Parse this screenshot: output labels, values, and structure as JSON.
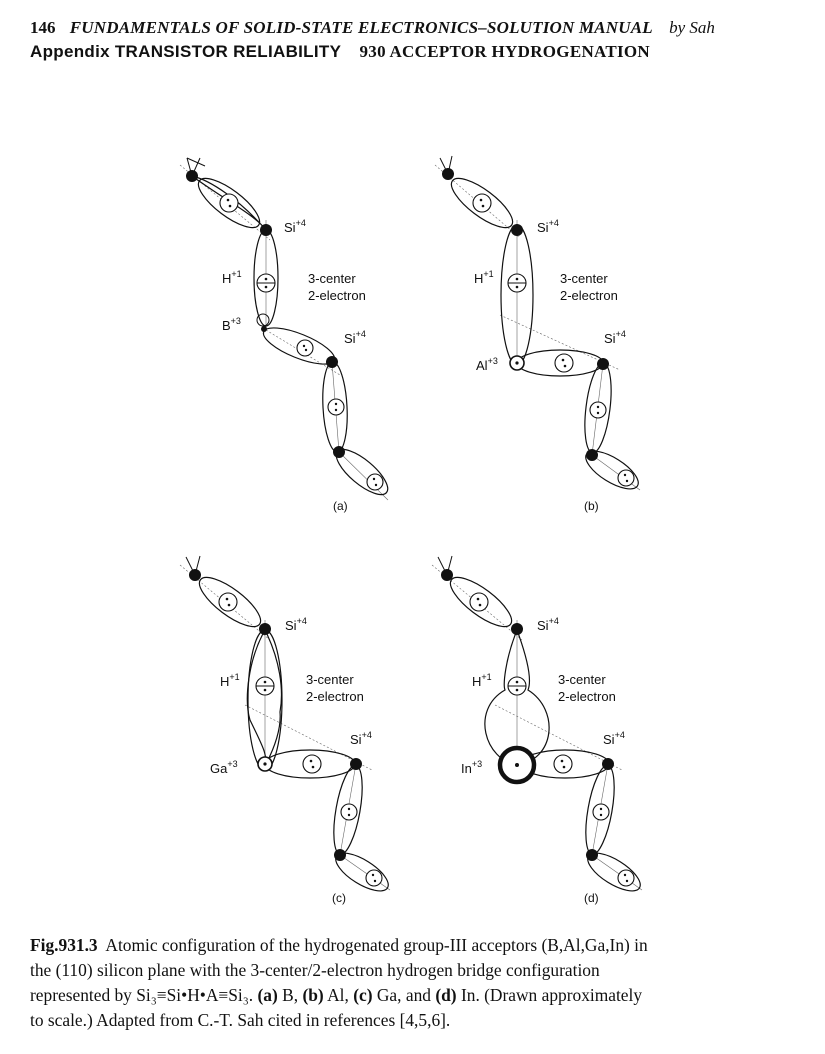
{
  "header": {
    "page_number": "146",
    "book_title": "FUNDAMENTALS OF SOLID-STATE ELECTRONICS–SOLUTION MANUAL",
    "author": "by Sah",
    "appendix": "Appendix TRANSISTOR RELIABILITY",
    "section": "930 ACCEPTOR HYDROGENATION"
  },
  "figure": {
    "panels": [
      {
        "id": "a",
        "label": "(a)",
        "acceptor_label": "B",
        "acceptor_charge": "+3",
        "si_top_label": "Si",
        "si_top_charge": "+4",
        "si_bottom_label": "Si",
        "si_bottom_charge": "+4",
        "h_label": "H",
        "h_charge": "+1",
        "center_line1": "3-center",
        "center_line2": "2-electron"
      },
      {
        "id": "b",
        "label": "(b)",
        "acceptor_label": "Al",
        "acceptor_charge": "+3",
        "si_top_label": "Si",
        "si_top_charge": "+4",
        "si_bottom_label": "Si",
        "si_bottom_charge": "+4",
        "h_label": "H",
        "h_charge": "+1",
        "center_line1": "3-center",
        "center_line2": "2-electron"
      },
      {
        "id": "c",
        "label": "(c)",
        "acceptor_label": "Ga",
        "acceptor_charge": "+3",
        "si_top_label": "Si",
        "si_top_charge": "+4",
        "si_bottom_label": "Si",
        "si_bottom_charge": "+4",
        "h_label": "H",
        "h_charge": "+1",
        "center_line1": "3-center",
        "center_line2": "2-electron"
      },
      {
        "id": "d",
        "label": "(d)",
        "acceptor_label": "In",
        "acceptor_charge": "+3",
        "si_top_label": "Si",
        "si_top_charge": "+4",
        "si_bottom_label": "Si",
        "si_bottom_charge": "+4",
        "h_label": "H",
        "h_charge": "+1",
        "center_line1": "3-center",
        "center_line2": "2-electron"
      }
    ]
  },
  "caption": {
    "fig_label": "Fig.931.3",
    "line1_text": "Atomic configuration of the hydrogenated group-III acceptors (B,Al,Ga,In) in",
    "line2": "the (110) silicon plane with the 3-center/2-electron hydrogen bridge configuration",
    "line3_pre": "represented by Si₃≡Si•H•A≡Si₃.",
    "a_tag": "(a)",
    "a_text": "B,",
    "b_tag": "(b)",
    "b_text": "Al,",
    "c_tag": "(c)",
    "c_text": "Ga, and",
    "d_tag": "(d)",
    "d_text": "In. (Drawn approximately",
    "line4": "to scale.)  Adapted from C.-T. Sah cited in references [4,5,6]."
  }
}
